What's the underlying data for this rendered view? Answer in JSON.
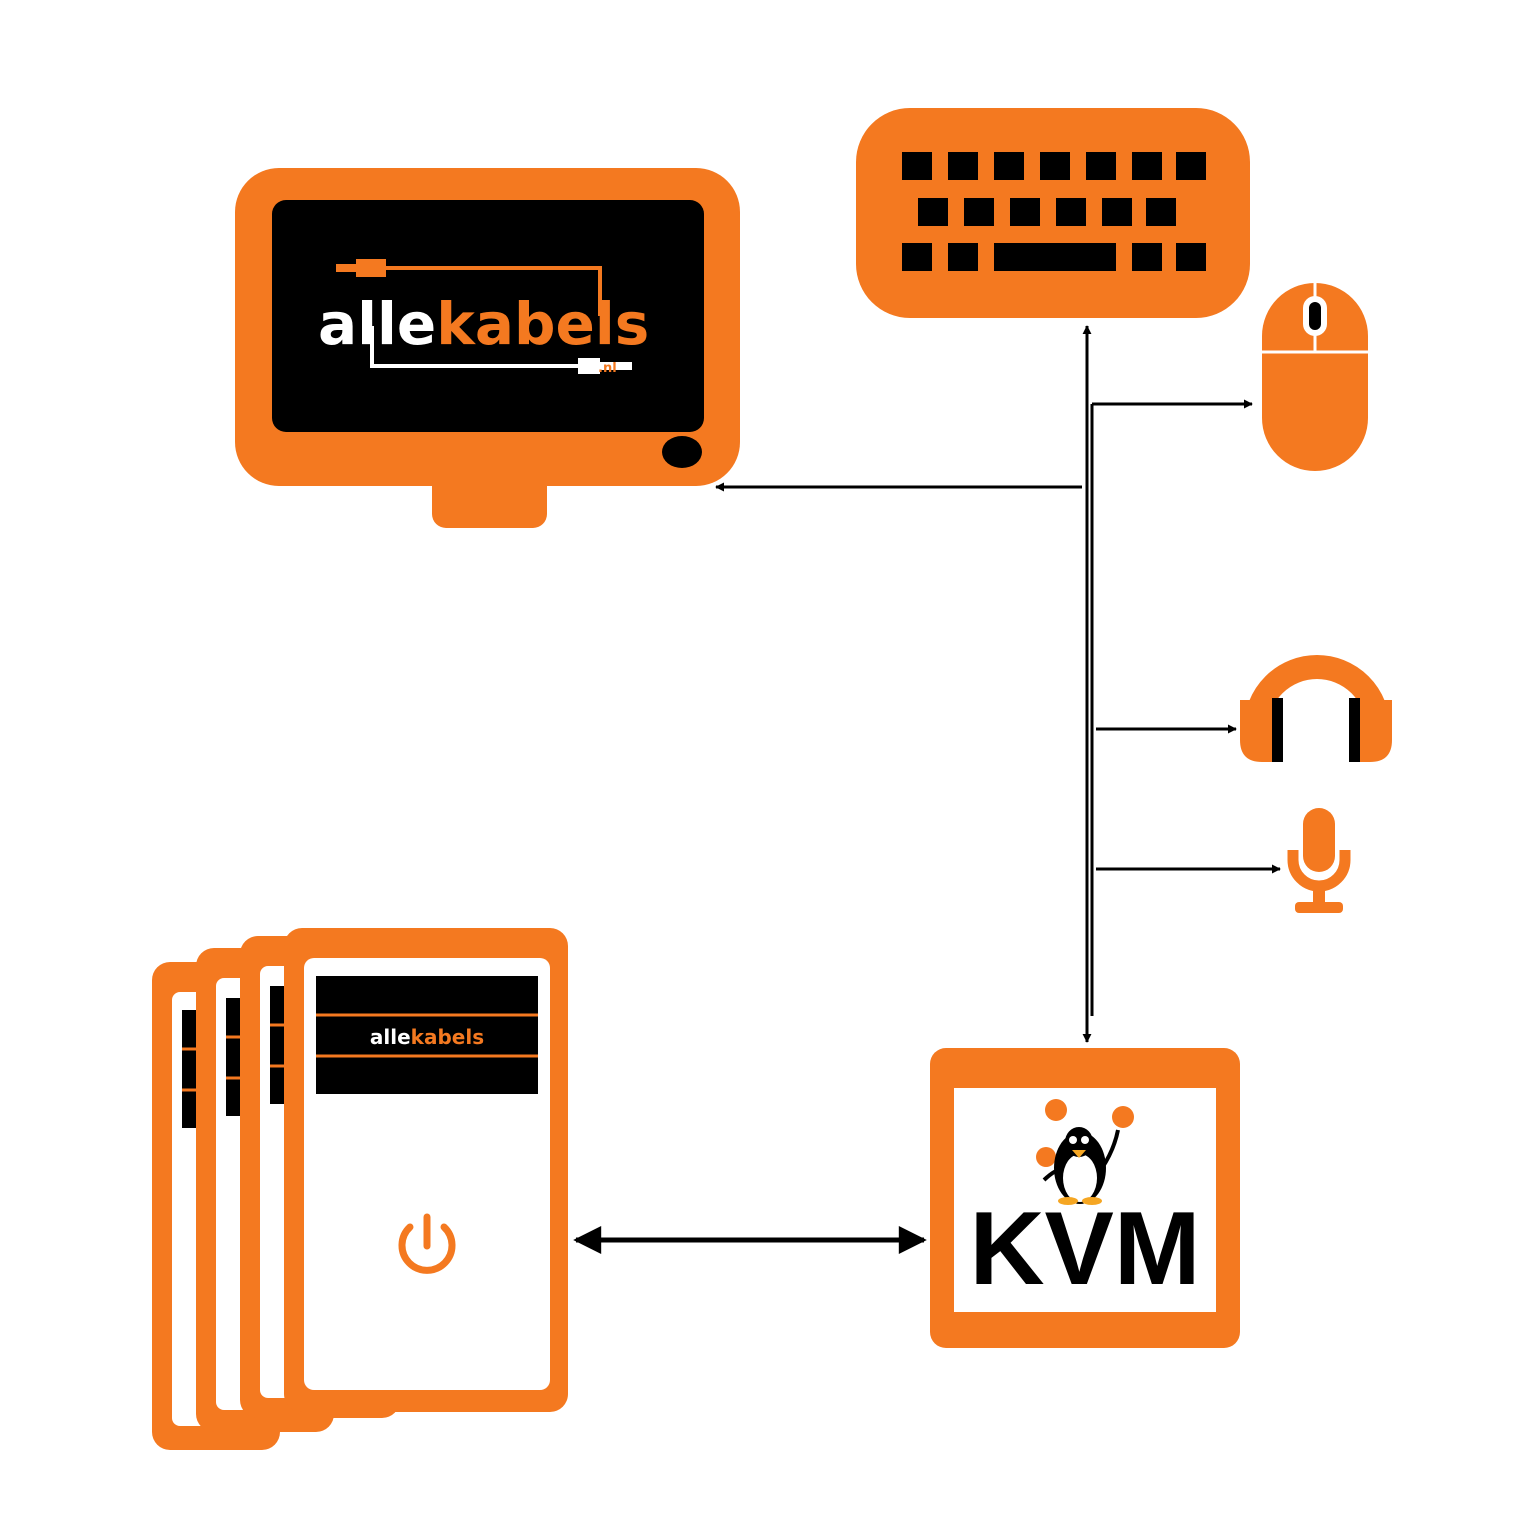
{
  "colors": {
    "accent": "#f47920",
    "dark": "#000000",
    "background": "#ffffff"
  },
  "monitor": {
    "icon": "monitor-icon",
    "logo": {
      "prefix": "alle",
      "suffix": "kabels",
      "tld": ".nl"
    }
  },
  "peripherals": [
    {
      "icon": "keyboard-icon"
    },
    {
      "icon": "mouse-icon"
    },
    {
      "icon": "headphones-icon"
    },
    {
      "icon": "microphone-icon"
    }
  ],
  "computers": {
    "icon": "computer-tower-icon",
    "count": 4,
    "logo": {
      "prefix": "alle",
      "suffix": "kabels"
    }
  },
  "kvm": {
    "icon": "kvm-switch-icon",
    "mascot": "penguin-juggling-icon",
    "label": "KVM"
  }
}
